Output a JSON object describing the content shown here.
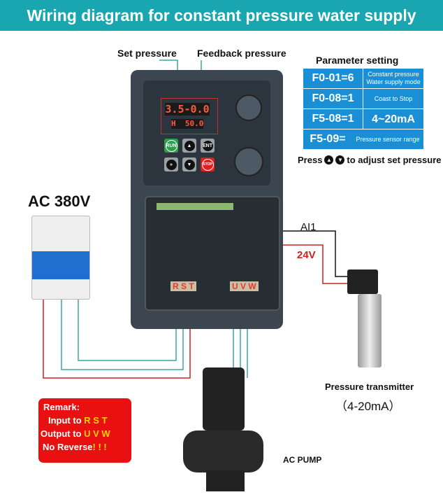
{
  "title": "Wiring diagram for constant pressure water supply",
  "labels": {
    "set_pressure": "Set pressure",
    "feedback_pressure": "Feedback pressure",
    "power": "AC 380V",
    "ai1": "AI1",
    "v24": "24V",
    "transmitter": "Pressure transmitter",
    "transmitter_range": "（4-20mA）",
    "pump": "AC PUMP"
  },
  "parameters": {
    "heading": "Parameter setting",
    "rows": [
      {
        "code": "F0-01=6",
        "desc": "Constant pressure Water supply mode"
      },
      {
        "code": "F0-08=1",
        "desc": "Coast to Stop"
      },
      {
        "code": "F5-08=1",
        "desc": "4~20mA"
      },
      {
        "code": "F5-09=",
        "desc": "Pressure sensor range"
      }
    ],
    "hint_prefix": "Press",
    "hint_suffix": "to adjust set pressure"
  },
  "inverter": {
    "display_top": "3.5-0.0",
    "display_bottom": "H  50.0",
    "keys": {
      "run": "RUN",
      "ent": "ENT",
      "stop": "STOP"
    },
    "input_terminals": "R S T",
    "output_terminals": "U V W"
  },
  "remark": {
    "title": "Remark:",
    "input_label": "Input to",
    "input_value": "R  S  T",
    "output_label": "Output to",
    "output_value": "U V W",
    "reverse_label": "No Reverse",
    "reverse_value": "!  !  !"
  },
  "colors": {
    "header": "#1aa6b0",
    "table": "#1b8fd6",
    "remark": "#e81010",
    "wire_red": "#d02020",
    "wire_teal": "#3aa7a0"
  }
}
